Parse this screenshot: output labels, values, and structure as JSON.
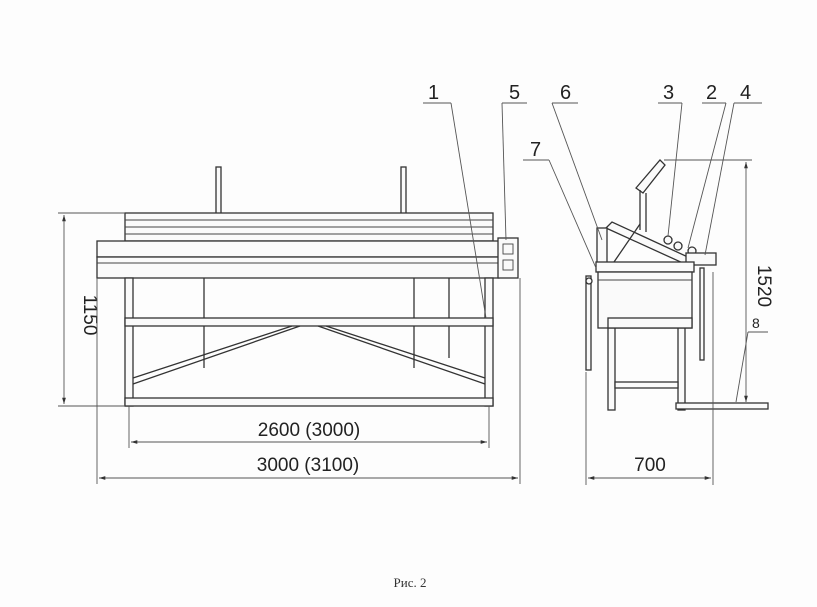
{
  "dimensions": {
    "height_front": "1150",
    "inner_length": "2600 (3000)",
    "outer_length": "3000 (3100)",
    "side_width": "700",
    "side_height": "1520"
  },
  "callouts": [
    "1",
    "5",
    "6",
    "7",
    "3",
    "2",
    "4",
    "8"
  ],
  "caption": "Рис. 2"
}
